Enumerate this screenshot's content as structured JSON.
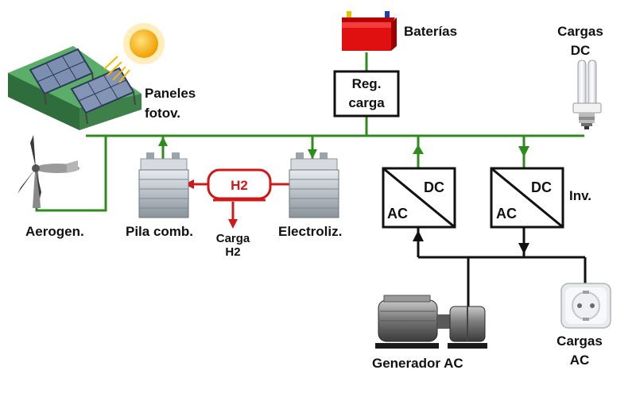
{
  "labels": {
    "baterias": "Baterías",
    "cargas_dc": [
      "Cargas",
      "DC"
    ],
    "reg_carga": [
      "Reg.",
      "carga"
    ],
    "paneles": [
      "Paneles",
      "fotov."
    ],
    "aerogen": "Aerogen.",
    "pila": "Pila comb.",
    "h2": "H2",
    "carga_h2": [
      "Carga",
      "H2"
    ],
    "electroliz": "Electroliz.",
    "converter_dc": "DC",
    "converter_ac": "AC",
    "inv": "Inv.",
    "generador": "Generador AC",
    "cargas_ac": [
      "Cargas",
      "AC"
    ]
  },
  "colors": {
    "dc_bus": "#2e8b1e",
    "ac_bus": "#111111",
    "hydrogen": "#d01818",
    "battery": "#e01010",
    "sun": "#f7b500"
  },
  "icons": [
    "solar-panel-icon",
    "sun-icon",
    "battery-icon",
    "cfl-bulb-icon",
    "wind-turbine-icon",
    "fuel-cell-icon",
    "electrolyzer-icon",
    "h2-tank-icon",
    "generator-icon",
    "socket-icon"
  ]
}
